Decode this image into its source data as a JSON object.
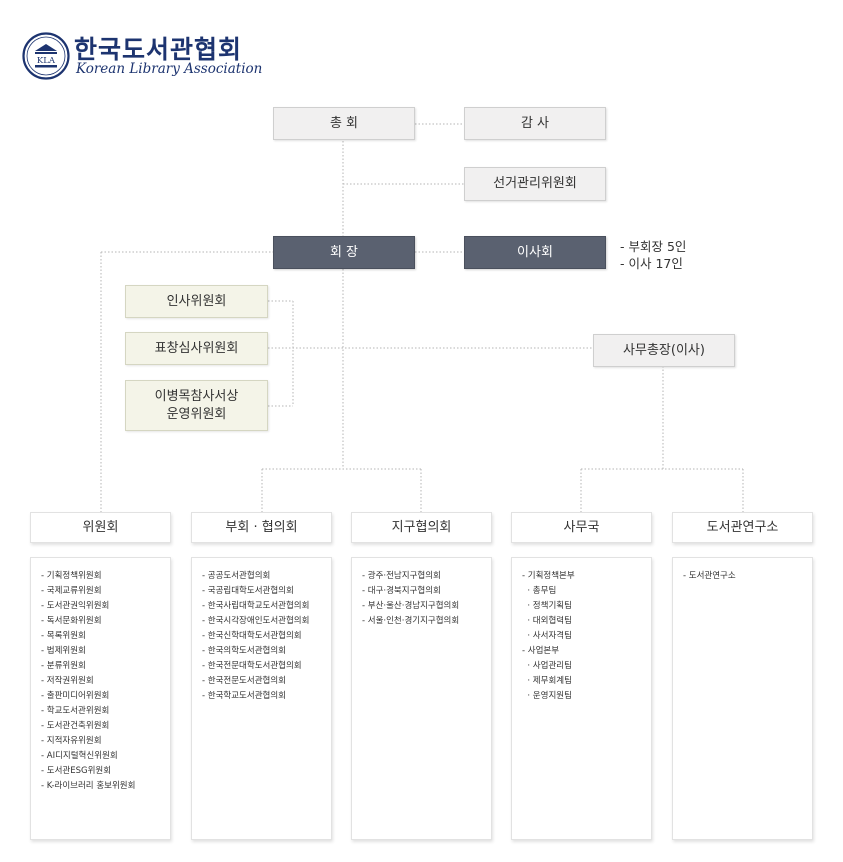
{
  "logo": {
    "seal_text": "KLA",
    "title_ko": "한국도서관협회",
    "title_en": "Korean Library Association"
  },
  "org": {
    "general_assembly": "총 회",
    "audit": "감 사",
    "election_committee": "선거관리위원회",
    "president": "회 장",
    "board": "이사회",
    "board_notes": [
      "- 부회장 5인",
      "- 이사 17인"
    ],
    "personnel_committee": "인사위원회",
    "award_committee": "표창심사위원회",
    "prize_committee": [
      "이병목참사서상",
      "운영위원회"
    ],
    "secretary_general": "사무총장(이사)"
  },
  "columns": [
    {
      "title": "위원회",
      "items": [
        "- 기획정책위원회",
        "- 국제교류위원회",
        "- 도서관권익위원회",
        "- 독서문화위원회",
        "- 목록위원회",
        "- 법제위원회",
        "- 분류위원회",
        "- 저작권위원회",
        "- 출판미디어위원회",
        "- 학교도서관위원회",
        "- 도서관건축위원회",
        "- 지적자유위원회",
        "- AI디지털혁신위원회",
        "- 도서관ESG위원회",
        "- K-라이브러리 홍보위원회"
      ]
    },
    {
      "title": "부회 · 협의회",
      "items": [
        "- 공공도서관협의회",
        "- 국공립대학도서관협의회",
        "- 한국사립대학교도서관협의회",
        "- 한국시각장애인도서관협의회",
        "- 한국신학대학도서관협의회",
        "- 한국의학도서관협의회",
        "- 한국전문대학도서관협의회",
        "- 한국전문도서관협의회",
        "- 한국학교도서관협의회"
      ]
    },
    {
      "title": "지구협의회",
      "items": [
        "- 광주·전남지구협의회",
        "- 대구·경북지구협의회",
        "- 부산·울산·경남지구협의회",
        "- 서울·인천·경기지구협의회"
      ]
    },
    {
      "title": "사무국",
      "items": [
        "- 기획정책본부",
        "  · 총무팀",
        "  · 정책기획팀",
        "  · 대외협력팀",
        "  · 사서자격팀",
        "- 사업본부",
        "  · 사업관리팀",
        "  · 제무회계팀",
        "  · 운영지원팀"
      ]
    },
    {
      "title": "도서관연구소",
      "items": [
        "- 도서관연구소"
      ]
    }
  ],
  "colors": {
    "dark_box": "#5a6170",
    "gray_box": "#f1f0f0",
    "green_box": "#f4f4e8",
    "logo_blue": "#1d3470",
    "connector": "#b5b5b5"
  }
}
